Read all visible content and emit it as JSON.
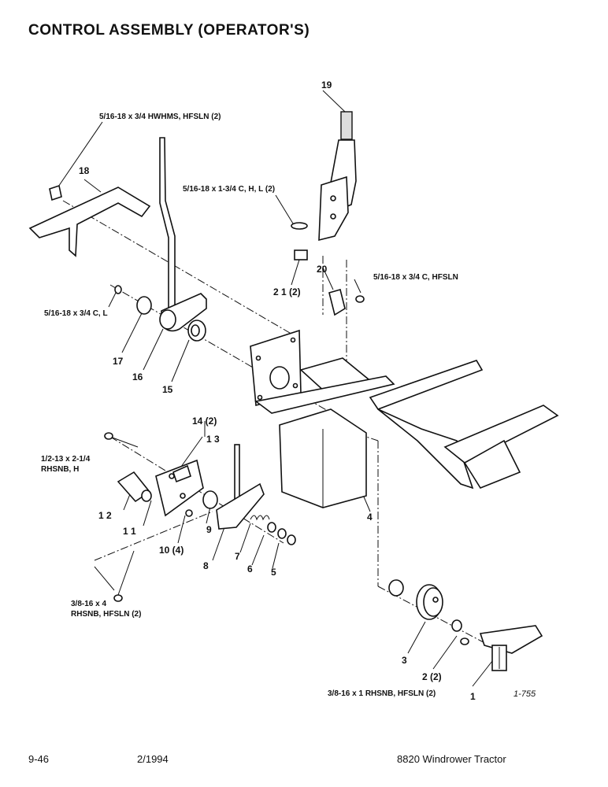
{
  "title": "CONTROL ASSEMBLY (OPERATOR'S)",
  "callouts": {
    "c18_bolt": "5/16-18 x 3/4 HWHMS, HFSLN (2)",
    "c19_bolt": "5/16-18 x 1-3/4 C, H, L (2)",
    "c20_bolt": "5/16-18 x 3/4 C, HFSLN",
    "c17_bolt": "5/16-18 x 3/4 C, L",
    "c12_bolt_a": "1/2-13 x 2-1/4",
    "c12_bolt_b": "RHSNB, H",
    "c10_bolt_a": "3/8-16 x 4",
    "c10_bolt_b": "RHSNB, HFSLN (2)",
    "c1_bolt": "3/8-16 x 1 RHSNB, HFSLN (2)"
  },
  "parts": {
    "p1": "1",
    "p2": "2 (2)",
    "p3": "3",
    "p4": "4",
    "p5": "5",
    "p6": "6",
    "p7": "7",
    "p8": "8",
    "p9": "9",
    "p10": "10 (4)",
    "p11": "1 1",
    "p12": "1 2",
    "p13": "1 3",
    "p14": "14 (2)",
    "p15": "15",
    "p16": "16",
    "p17": "17",
    "p18": "18",
    "p19": "19",
    "p20": "20",
    "p21": "2 1 (2)"
  },
  "figure_id": "1-755",
  "footer": {
    "page": "9-46",
    "date": "2/1994",
    "model": "8820 Windrower Tractor"
  }
}
